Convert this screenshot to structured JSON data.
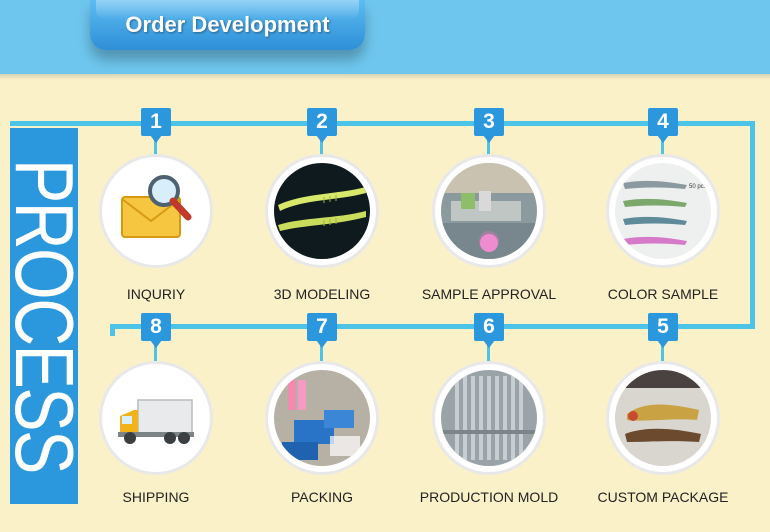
{
  "header": {
    "title": "Order Development"
  },
  "side_label": "PROCESS",
  "colors": {
    "background": "#fbf1c9",
    "header_bar": "#6ec6ee",
    "accent": "#2b97dc",
    "connector": "#4bc4e8"
  },
  "steps": [
    {
      "number": "1",
      "label": "INQURIY"
    },
    {
      "number": "2",
      "label": "3D MODELING"
    },
    {
      "number": "3",
      "label": "SAMPLE APPROVAL"
    },
    {
      "number": "4",
      "label": "COLOR SAMPLE"
    },
    {
      "number": "5",
      "label": "CUSTOM PACKAGE"
    },
    {
      "number": "6",
      "label": "PRODUCTION MOLD"
    },
    {
      "number": "7",
      "label": "PACKING"
    },
    {
      "number": "8",
      "label": "SHIPPING"
    }
  ],
  "image_text": {
    "color_sample_tag": "50 pcs"
  }
}
